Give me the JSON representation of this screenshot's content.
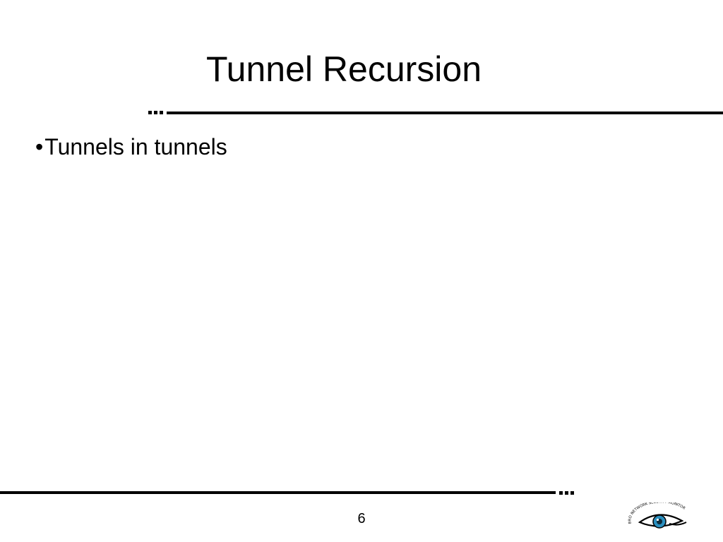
{
  "slide": {
    "title": "Tunnel Recursion",
    "bullets": [
      {
        "glyph": "•",
        "text": "Tunnels in tunnels"
      }
    ],
    "page_number": "6"
  },
  "logo": {
    "icon": "eye-logo-icon",
    "ring_text": "BRO NETWORK SECURITY MONITOR",
    "colors": {
      "iris": "#2a8fbf",
      "pupil": "#0b2a3a",
      "outline": "#000000"
    }
  }
}
